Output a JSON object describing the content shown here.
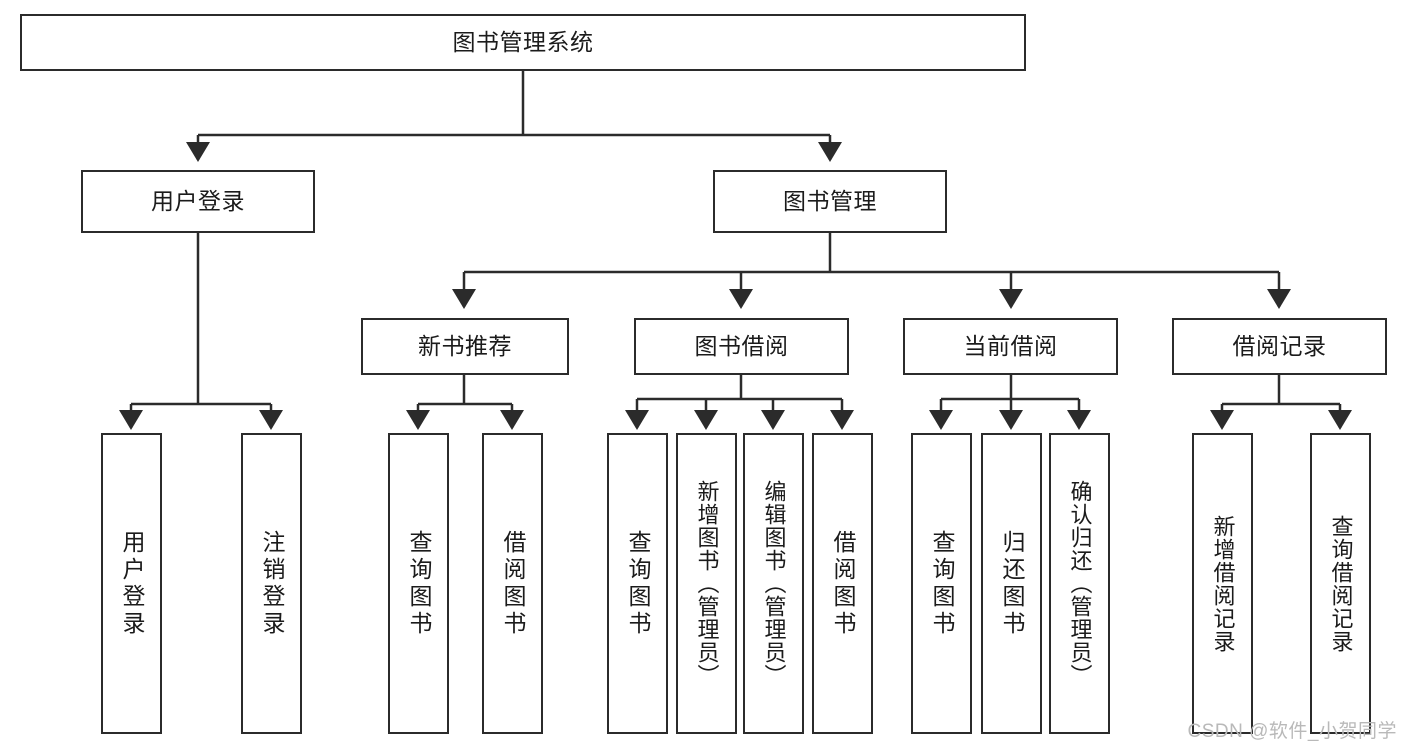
{
  "diagram": {
    "title": "图书管理系统",
    "type": "tree",
    "watermark": "CSDN @软件_小贺同学",
    "colors": {
      "stroke": "#2b2b2b",
      "fill": "#ffffff",
      "text": "#1b1b1b",
      "watermark": "#b9b9b9"
    },
    "levels": {
      "root": {
        "label": "图书管理系统"
      },
      "level1": [
        {
          "id": "user-login",
          "label": "用户登录"
        },
        {
          "id": "book-manage",
          "label": "图书管理"
        }
      ],
      "level2": [
        {
          "id": "new-book-rec",
          "label": "新书推荐",
          "parent": "book-manage"
        },
        {
          "id": "book-borrow",
          "label": "图书借阅",
          "parent": "book-manage"
        },
        {
          "id": "current-borrow",
          "label": "当前借阅",
          "parent": "book-manage"
        },
        {
          "id": "borrow-record",
          "label": "借阅记录",
          "parent": "book-manage"
        }
      ],
      "leaves": [
        {
          "id": "leaf-user-login",
          "label": "用户登录",
          "parent": "user-login"
        },
        {
          "id": "leaf-logout",
          "label": "注销登录",
          "parent": "user-login"
        },
        {
          "id": "leaf-query-book-1",
          "label": "查询图书",
          "parent": "new-book-rec"
        },
        {
          "id": "leaf-borrow-book-1",
          "label": "借阅图书",
          "parent": "new-book-rec"
        },
        {
          "id": "leaf-query-book-2",
          "label": "查询图书",
          "parent": "book-borrow"
        },
        {
          "id": "leaf-add-book",
          "label": "新增图书（管理员）",
          "parent": "book-borrow"
        },
        {
          "id": "leaf-edit-book",
          "label": "编辑图书（管理员）",
          "parent": "book-borrow"
        },
        {
          "id": "leaf-borrow-book-2",
          "label": "借阅图书",
          "parent": "book-borrow"
        },
        {
          "id": "leaf-query-book-3",
          "label": "查询图书",
          "parent": "current-borrow"
        },
        {
          "id": "leaf-return-book",
          "label": "归还图书",
          "parent": "current-borrow"
        },
        {
          "id": "leaf-confirm-return",
          "label": "确认归还（管理员）",
          "parent": "current-borrow"
        },
        {
          "id": "leaf-add-record",
          "label": "新增借阅记录",
          "parent": "borrow-record"
        },
        {
          "id": "leaf-query-record",
          "label": "查询借阅记录",
          "parent": "borrow-record"
        }
      ]
    }
  }
}
